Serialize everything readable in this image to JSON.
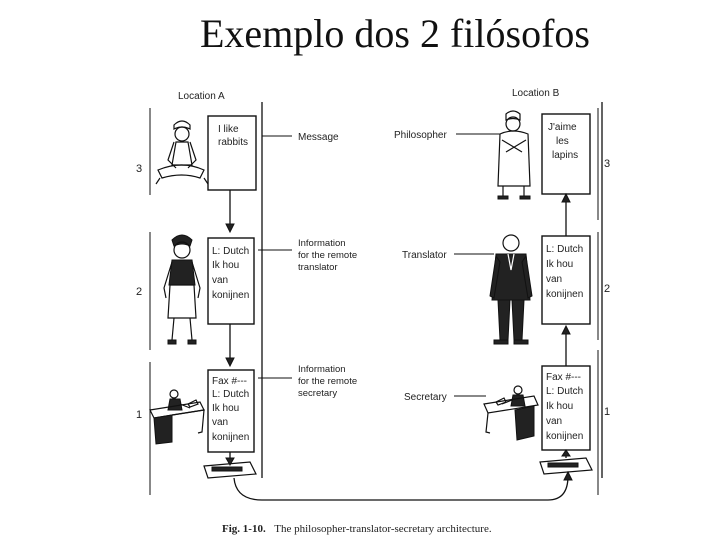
{
  "title": "Exemplo dos 2 filósofos",
  "diagram": {
    "location_a": "Location A",
    "location_b": "Location B",
    "layer_numbers": {
      "top": "3",
      "middle": "2",
      "bottom": "1"
    },
    "left_messages": {
      "level3": [
        "I like",
        "rabbits"
      ],
      "level2": [
        "L: Dutch",
        "Ik hou",
        "van",
        "konijnen"
      ],
      "level1": [
        "Fax #---",
        "L: Dutch",
        "Ik hou",
        "van",
        "konijnen"
      ]
    },
    "right_messages": {
      "level3": [
        "J'aime",
        "les",
        "lapins"
      ],
      "level2": [
        "L: Dutch",
        "Ik hou",
        "van",
        "konijnen"
      ],
      "level1": [
        "Fax #---",
        "L: Dutch",
        "Ik hou",
        "van",
        "konijnen"
      ]
    },
    "center_labels": {
      "message": "Message",
      "info_translator": [
        "Information",
        "for the remote",
        "translator"
      ],
      "info_secretary": [
        "Information",
        "for the remote",
        "secretary"
      ]
    },
    "role_labels": {
      "philosopher": "Philosopher",
      "translator": "Translator",
      "secretary": "Secretary"
    },
    "caption_prefix": "Fig. 1-10.",
    "caption_text": "The philosopher-translator-secretary architecture."
  }
}
